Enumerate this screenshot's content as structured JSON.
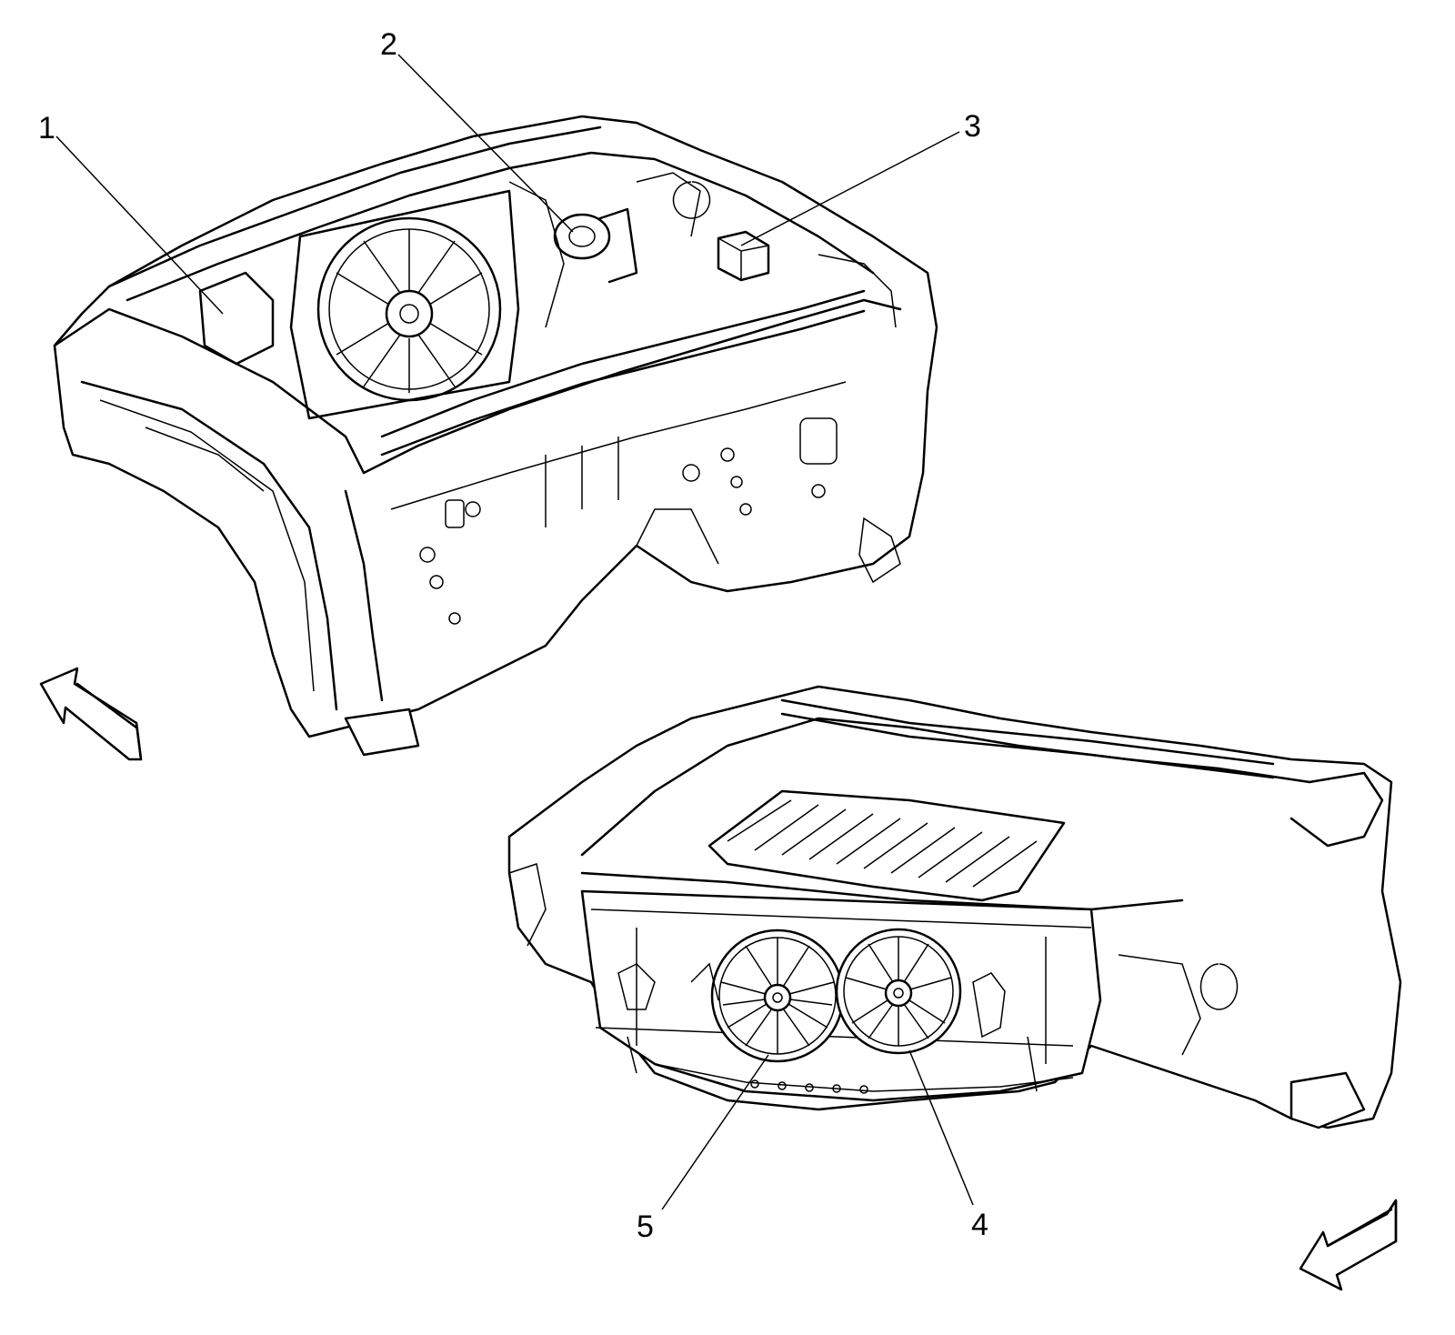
{
  "callouts": {
    "c1": "1",
    "c2": "2",
    "c3": "3",
    "c4": "4",
    "c5": "5"
  },
  "icons": {
    "front_arrow_upper": "direction-arrow-icon",
    "front_arrow_lower": "direction-arrow-icon"
  },
  "colors": {
    "line": "#000000",
    "background": "#ffffff"
  }
}
